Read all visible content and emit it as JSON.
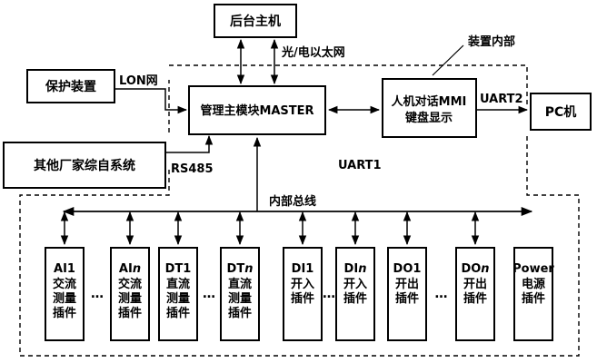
{
  "nodes": {
    "backend_host": "后台主机",
    "protection_device": "保护装置",
    "other_vendor_system": "其他厂家综自系统",
    "master_module": "管理主模块MASTER",
    "mmi_line1": "人机对话MMI",
    "mmi_line2": "键盘显示",
    "pc": "PC机"
  },
  "links": {
    "ethernet": "光/电以太网",
    "lon": "LON网",
    "rs485": "RS485",
    "uart1": "UART1",
    "uart2": "UART2",
    "internal_bus": "内部总线"
  },
  "region_label": "装置内部",
  "ellipsis": "…",
  "plugins": [
    {
      "name": "AI1",
      "func": [
        "交流",
        "测量",
        "插件"
      ]
    },
    {
      "name_prefix": "AI",
      "name_var": "n",
      "func": [
        "交流",
        "测量",
        "插件"
      ]
    },
    {
      "name": "DT1",
      "func": [
        "直流",
        "测量",
        "插件"
      ]
    },
    {
      "name_prefix": "DT",
      "name_var": "n",
      "func": [
        "直流",
        "测量",
        "插件"
      ]
    },
    {
      "name": "DI1",
      "func": [
        "开入",
        "插件"
      ]
    },
    {
      "name_prefix": "DI",
      "name_var": "n",
      "func": [
        "开入",
        "插件"
      ]
    },
    {
      "name": "DO1",
      "func": [
        "开出",
        "插件"
      ]
    },
    {
      "name_prefix": "DO",
      "name_var": "n",
      "func": [
        "开出",
        "插件"
      ]
    },
    {
      "name": "Power",
      "func": [
        "电源",
        "插件"
      ]
    }
  ]
}
